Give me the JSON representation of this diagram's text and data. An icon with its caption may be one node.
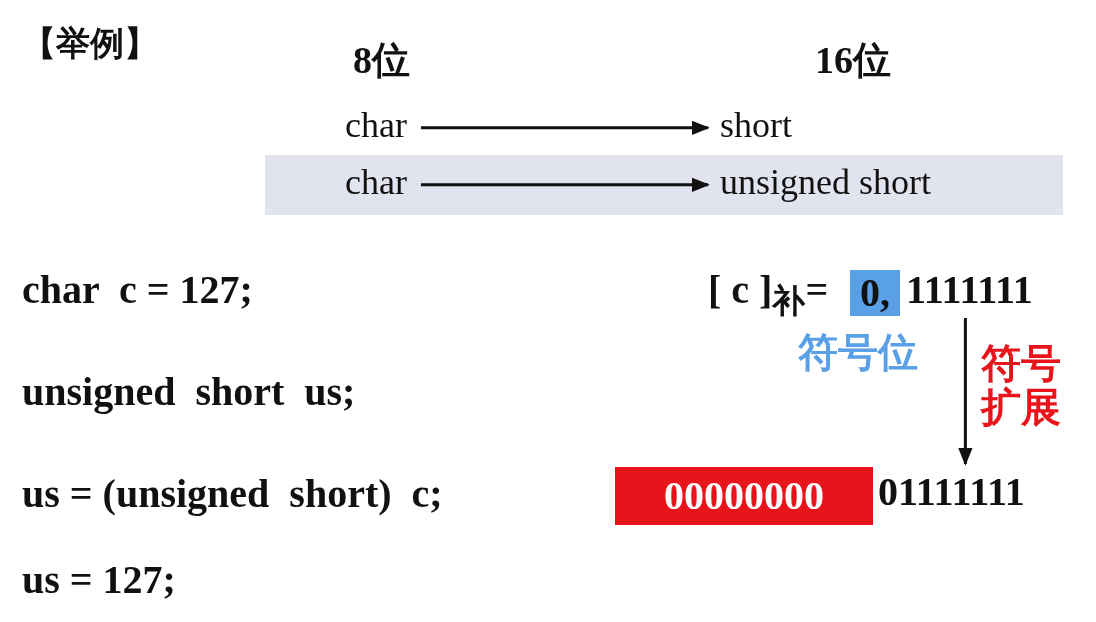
{
  "diagram": {
    "nodes": [
      {
        "text": [
          "char"
        ]
      },
      {
        "text": [
          "short"
        ]
      },
      {
        "text": [],
        "shape": "band"
      },
      {
        "text": [
          "char"
        ],
        "in": 2
      },
      {
        "text": [
          "unsigned short"
        ],
        "in": 2
      },
      {
        "text": [
          "[ c ]$_{补}$="
        ]
      },
      {
        "text": [
          "0,"
        ],
        "beside": [
          "符号位"
        ]
      },
      {
        "text": [
          "1111111"
        ]
      },
      {
        "text": [
          "00000000"
        ]
      },
      {
        "text": [
          "01111111"
        ]
      }
    ],
    "edges": [
      {
        "from": 0,
        "to": 1,
        "arrow": "to"
      },
      {
        "from": 3,
        "to": 4,
        "arrow": "to"
      },
      {
        "from": 7,
        "to": 9,
        "arrow": "to",
        "label": "符号扩展"
      }
    ],
    "labels": [
      "【举例】",
      "8位",
      "16位",
      "char  c = 127;",
      "unsigned  short  us;",
      "us = (unsigned  short)  c;",
      "us = 127;"
    ]
  }
}
